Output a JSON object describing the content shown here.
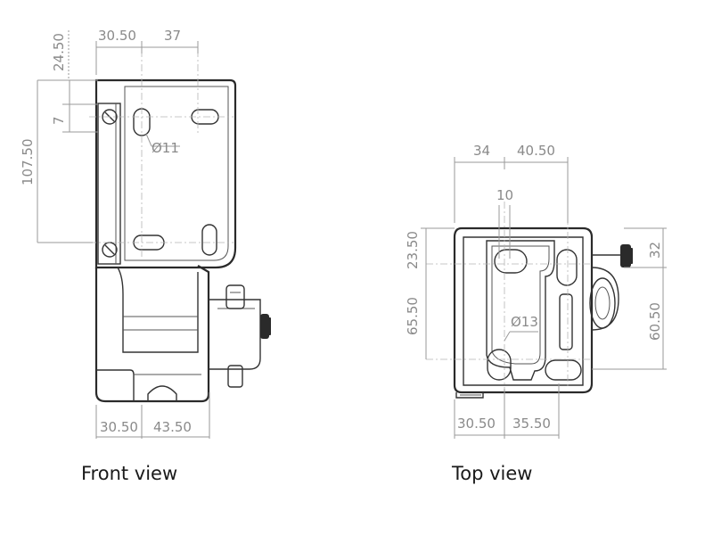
{
  "views": {
    "front": {
      "label": "Front view",
      "dims": {
        "top_left": "30.50",
        "top_right": "37",
        "left_top": "24.50",
        "left_small": "7",
        "left_tall": "107.50",
        "hole": "Ø11",
        "bottom_left": "30.50",
        "bottom_right": "43.50"
      }
    },
    "top": {
      "label": "Top view",
      "dims": {
        "top_left": "34",
        "top_right": "40.50",
        "slot_width": "10",
        "left_top": "23.50",
        "left_bottom": "65.50",
        "hole": "Ø13",
        "right_top": "32",
        "right_bottom": "60.50",
        "bottom_left": "30.50",
        "bottom_right": "35.50"
      }
    }
  },
  "colors": {
    "outline": "#2a2a2a",
    "dimension": "#8a8a8a",
    "label": "#1a1a1a"
  }
}
